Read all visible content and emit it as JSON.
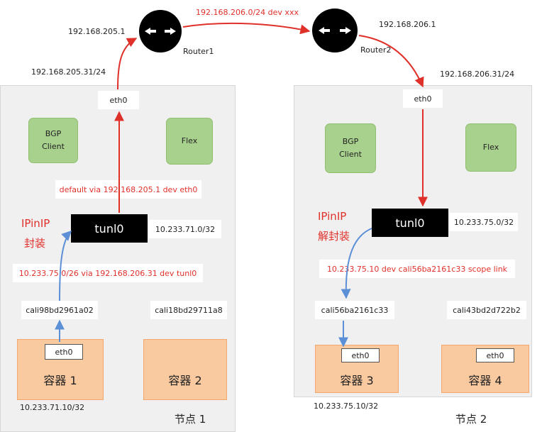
{
  "routers": {
    "router1": {
      "label": "Router1",
      "left_ip": "192.168.205.1"
    },
    "router2": {
      "label": "Router2",
      "right_ip": "192.168.206.1"
    },
    "link_route": "192.168.206.0/24 dev xxx"
  },
  "node1": {
    "ip": "192.168.205.31/24",
    "eth0": "eth0",
    "bgp_line1": "BGP",
    "bgp_line2": "Client",
    "flex": "Flex",
    "default_route": "default via 192.168.205.1 dev eth0",
    "ipip_line1": "IPinIP",
    "ipip_line2": "封装",
    "tunl0": "tunl0",
    "tunl0_ip": "10.233.71.0/32",
    "pod_route": "10.233.75.0/26 via 192.168.206.31 dev tunl0",
    "cali_a": "cali98bd2961a02",
    "cali_b": "cali18bd29711a8",
    "container1": {
      "eth": "eth0",
      "name": "容器 1"
    },
    "container2": {
      "name": "容器 2"
    },
    "container_ip": "10.233.71.10/32",
    "label": "节点 1"
  },
  "node2": {
    "ip": "192.168.206.31/24",
    "eth0": "eth0",
    "bgp_line1": "BGP",
    "bgp_line2": "Client",
    "flex": "Flex",
    "ipip_line1": "IPinIP",
    "ipip_line2": "解封装",
    "tunl0": "tunl0",
    "tunl0_ip": "10.233.75.0/32",
    "route": "10.233.75.10 dev cali56ba2161c33 scope link",
    "cali_a": "cali56ba2161c33",
    "cali_b": "cali43bd2d722b2",
    "container3": {
      "eth": "eth0",
      "name": "容器 3"
    },
    "container4": {
      "eth": "eth0",
      "name": "容器 4"
    },
    "container_ip": "10.233.75.10/32",
    "label": "节点 2"
  },
  "colors": {
    "route_red": "#e0302a",
    "arrow_blue": "#5b8fd6",
    "container_fill": "#f9c9a0",
    "module_green": "#a9d18e"
  }
}
